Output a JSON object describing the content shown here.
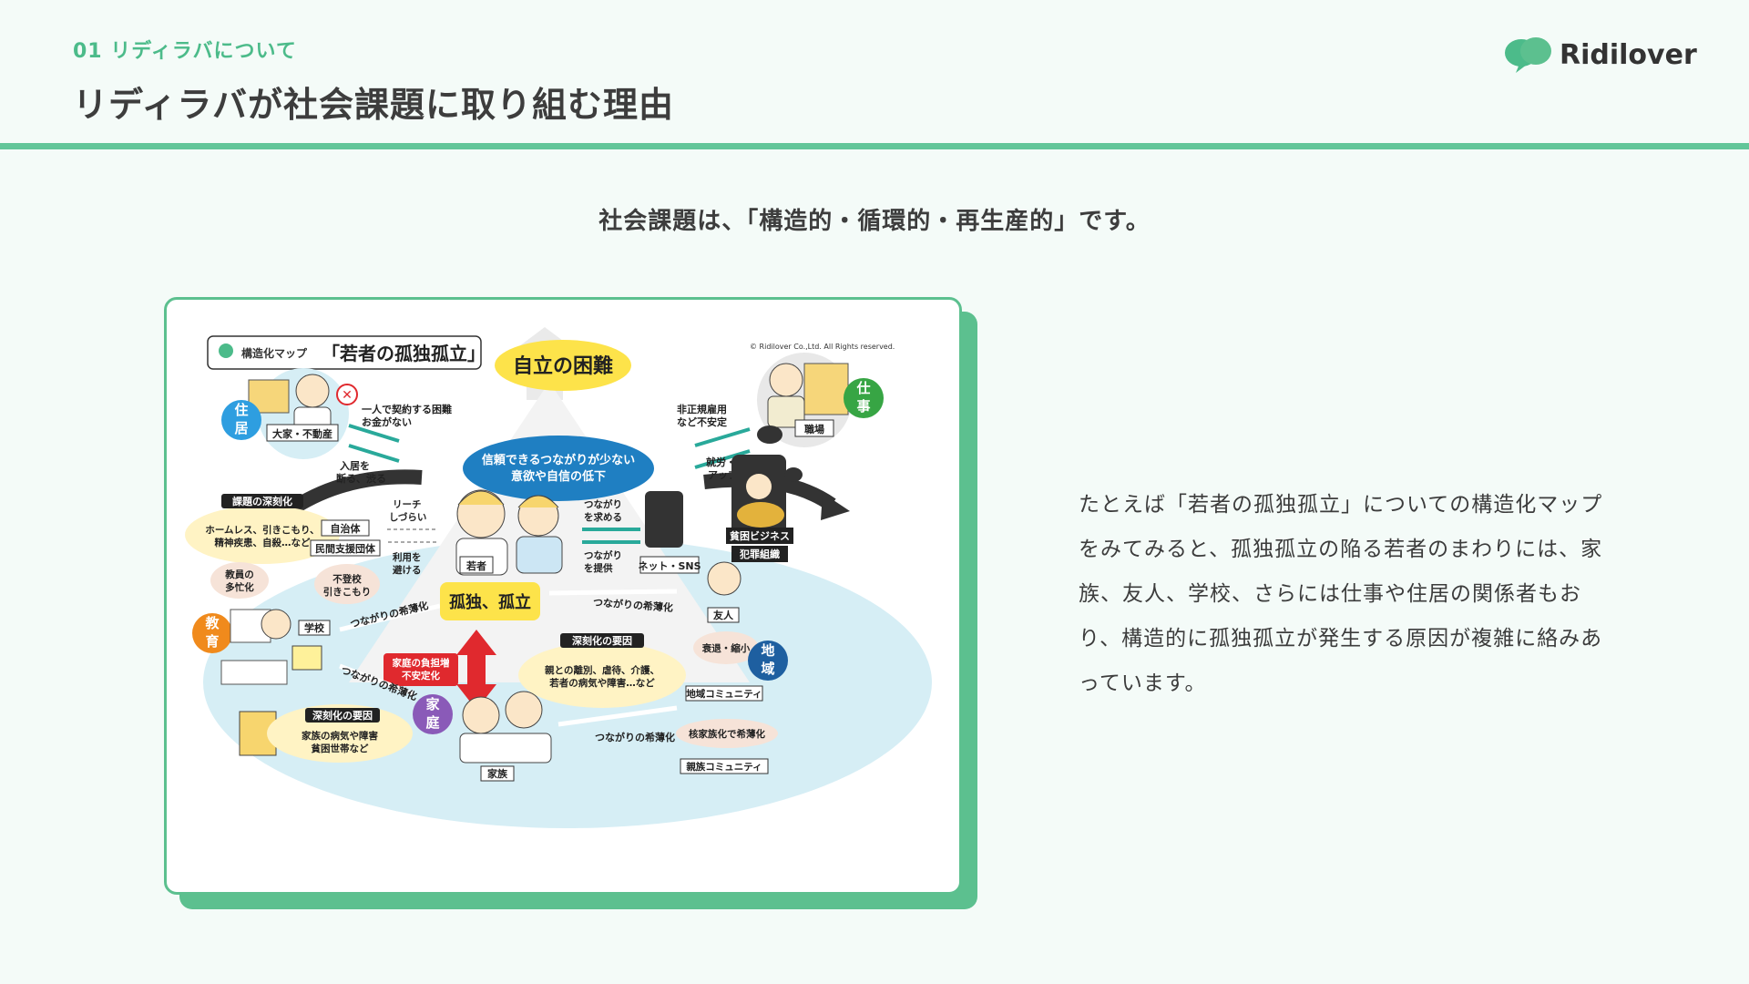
{
  "header": {
    "section_label": "01 リディラバについて",
    "title": "リディラバが社会課題に取り組む理由",
    "logo_text": "Ridilover"
  },
  "tagline": "社会課題は、「構造的・循環的・再生産的」です。",
  "description": "たとえば「若者の孤独孤立」についての構造化マップをみてみると、孤独孤立の陥る若者のまわりには、家族、友人、学校、さらには仕事や住居の関係者もおり、構造的に孤独孤立が発生する原因が複雑に絡みあっています。",
  "map": {
    "map_label": "構造化マップ",
    "map_title": "「若者の孤独孤立」",
    "copyright": "© Ridilover Co.,Ltd. All Rights reserved.",
    "top_goal": "自立の困難",
    "center_bubble_1": "信頼できるつながりが少ない",
    "center_bubble_2": "意欲や自信の低下",
    "housing_tag": "住居",
    "housing_person": "大家・不動産",
    "housing_note_1": "一人で契約する困難",
    "housing_note_2": "お金がない",
    "housing_arrow_1": "入居を",
    "housing_arrow_2": "断る、渋る",
    "work_tag": "仕事",
    "work_person": "職場",
    "work_note_1": "非正規雇用",
    "work_note_2": "など不安定",
    "work_arrow_1": "就労・キャリア",
    "work_arrow_2": "アップの困難",
    "deep_title": "課題の深刻化",
    "deep_line_1": "ホームレス、引きこもり、",
    "deep_line_2": "精神疾患、自殺…など",
    "local_gov": "自治体",
    "support_org": "民間支援団体",
    "reach_1": "リーチ",
    "reach_2": "しづらい",
    "avoid_1": "利用を",
    "avoid_2": "避ける",
    "youth_label": "若者",
    "seek_1": "つながり",
    "seek_2": "を求める",
    "provide_1": "つながり",
    "provide_2": "を提供",
    "net_sns": "ネット・SNS",
    "poverty_biz": "貧困ビジネス",
    "crime_org": "犯罪組織",
    "school_teacher_1": "教員の",
    "school_teacher_2": "多忙化",
    "absent_1": "不登校",
    "absent_2": "引きこもり",
    "edu_tag": "教育",
    "school_label": "学校",
    "weaken_1": "つながりの希薄化",
    "isolation": "孤独、孤立",
    "weaken_friends": "つながりの希薄化",
    "friends_label": "友人",
    "family_burden_1": "家庭の負担増",
    "family_burden_2": "不安定化",
    "deepen_factor": "深刻化の要因",
    "deepen_factor_1": "親との離別、虐待、介護、",
    "deepen_factor_2": "若者の病気や障害…など",
    "decline": "衰退・縮小",
    "region_tag": "地域",
    "community": "地域コミュニティ",
    "weaken_2": "つながりの希薄化",
    "deepen_factor_b": "深刻化の要因",
    "deepen_factor_b1": "家族の病気や障害",
    "deepen_factor_b2": "貧困世帯など",
    "family_tag": "家庭",
    "family_label": "家族",
    "weaken_3": "つながりの希薄化",
    "nuclear": "核家族化で希薄化",
    "relatives": "親族コミュニティ"
  },
  "colors": {
    "accent_green": "#5cc08f",
    "header_rule": "#62c699",
    "bubble_blue": "#1f7fc2",
    "goal_yellow": "#fde34a",
    "alert_red": "#e0292e"
  }
}
